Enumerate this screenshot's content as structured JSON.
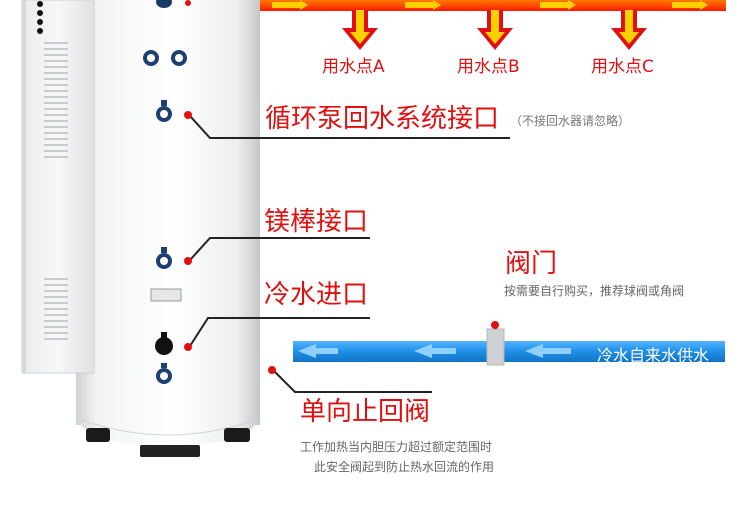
{
  "colors": {
    "red": "#e01010",
    "hot_band": "#ff2200",
    "arrow_yellow": "#ffd000",
    "pipe_blue": "#1f8fe8",
    "pipe_light": "#8fd0ff"
  },
  "outlets": [
    "用水点A",
    "用水点B",
    "用水点C"
  ],
  "ports": {
    "circulation": "循环泵回水系统接口",
    "circulation_note": "（不接回水器请忽略）",
    "magnesium": "镁棒接口",
    "cold_inlet": "冷水进口",
    "check_valve": "单向止回阀",
    "check_valve_note_1": "工作加热当内胆压力超过额定范围时",
    "check_valve_note_2": "此安全阀起到防止热水回流的作用"
  },
  "valve": {
    "title": "阀门",
    "note": "按需要自行购买，推荐球阀或角阀"
  },
  "pipe": {
    "label": "冷水自来水供水"
  }
}
